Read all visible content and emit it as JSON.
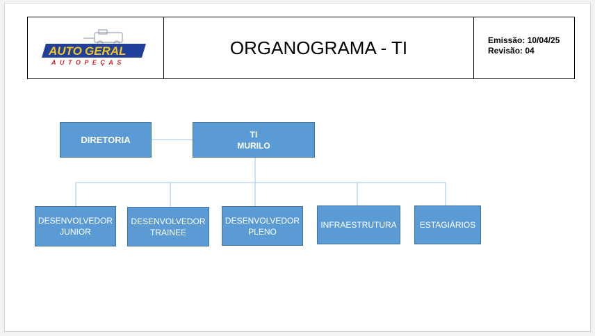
{
  "header": {
    "logo": {
      "brand_main_1": "AUTO",
      "brand_main_2": "GERAL",
      "brand_sub": "AUTOPEÇAS"
    },
    "title": "ORGANOGRAMA - TI",
    "emissao": "Emissão: 10/04/25",
    "revisao": "Revisão: 04"
  },
  "org": {
    "diretoria": "DIRETORIA",
    "ti_line1": "TI",
    "ti_line2": "MURILO",
    "children": [
      {
        "line1": "DESENVOLVEDOR",
        "line2": "JUNIOR"
      },
      {
        "line1": "DESENVOLVEDOR",
        "line2": "TRAINEE"
      },
      {
        "line1": "DESENVOLVEDOR",
        "line2": "PLENO"
      },
      {
        "line1": "INFRAESTRUTURA",
        "line2": ""
      },
      {
        "line1": "ESTAGIÁRIOS",
        "line2": ""
      }
    ]
  },
  "colors": {
    "box_fill": "#5b9bd5",
    "box_border": "#41719c",
    "connector": "#9dc3e6",
    "logo_blue": "#1f3f9a",
    "logo_yellow": "#f3c51b",
    "logo_red": "#d32027"
  }
}
